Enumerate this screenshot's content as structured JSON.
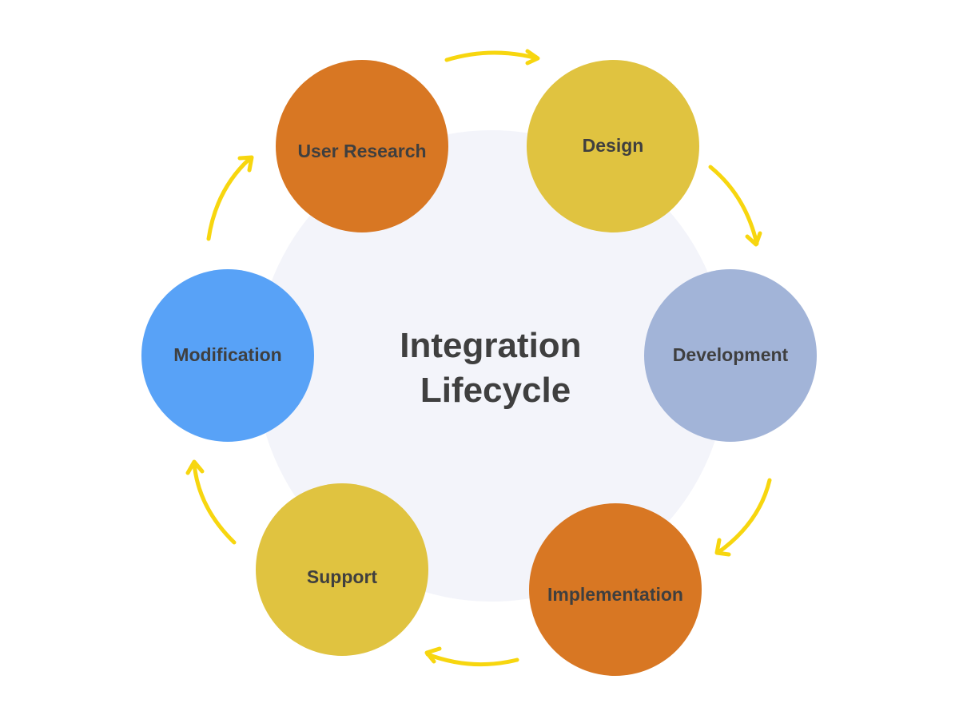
{
  "diagram": {
    "type": "cycle",
    "title_lines": [
      "Integration",
      "Lifecycle"
    ],
    "colors": {
      "hub_fill": "#f3f4fa",
      "text": "#3f3f3f",
      "arrow": "#f7d60f"
    },
    "nodes": [
      {
        "label": "User Research",
        "color": "#d87723"
      },
      {
        "label": "Design",
        "color": "#e0c340"
      },
      {
        "label": "Development",
        "color": "#a2b4d8"
      },
      {
        "label": "Implementation",
        "color": "#d87723"
      },
      {
        "label": "Support",
        "color": "#e0c340"
      },
      {
        "label": "Modification",
        "color": "#58a2f7"
      }
    ],
    "edges": [
      {
        "from": "User Research",
        "to": "Design"
      },
      {
        "from": "Design",
        "to": "Development"
      },
      {
        "from": "Development",
        "to": "Implementation"
      },
      {
        "from": "Implementation",
        "to": "Support"
      },
      {
        "from": "Support",
        "to": "Modification"
      },
      {
        "from": "Modification",
        "to": "User Research"
      }
    ]
  }
}
